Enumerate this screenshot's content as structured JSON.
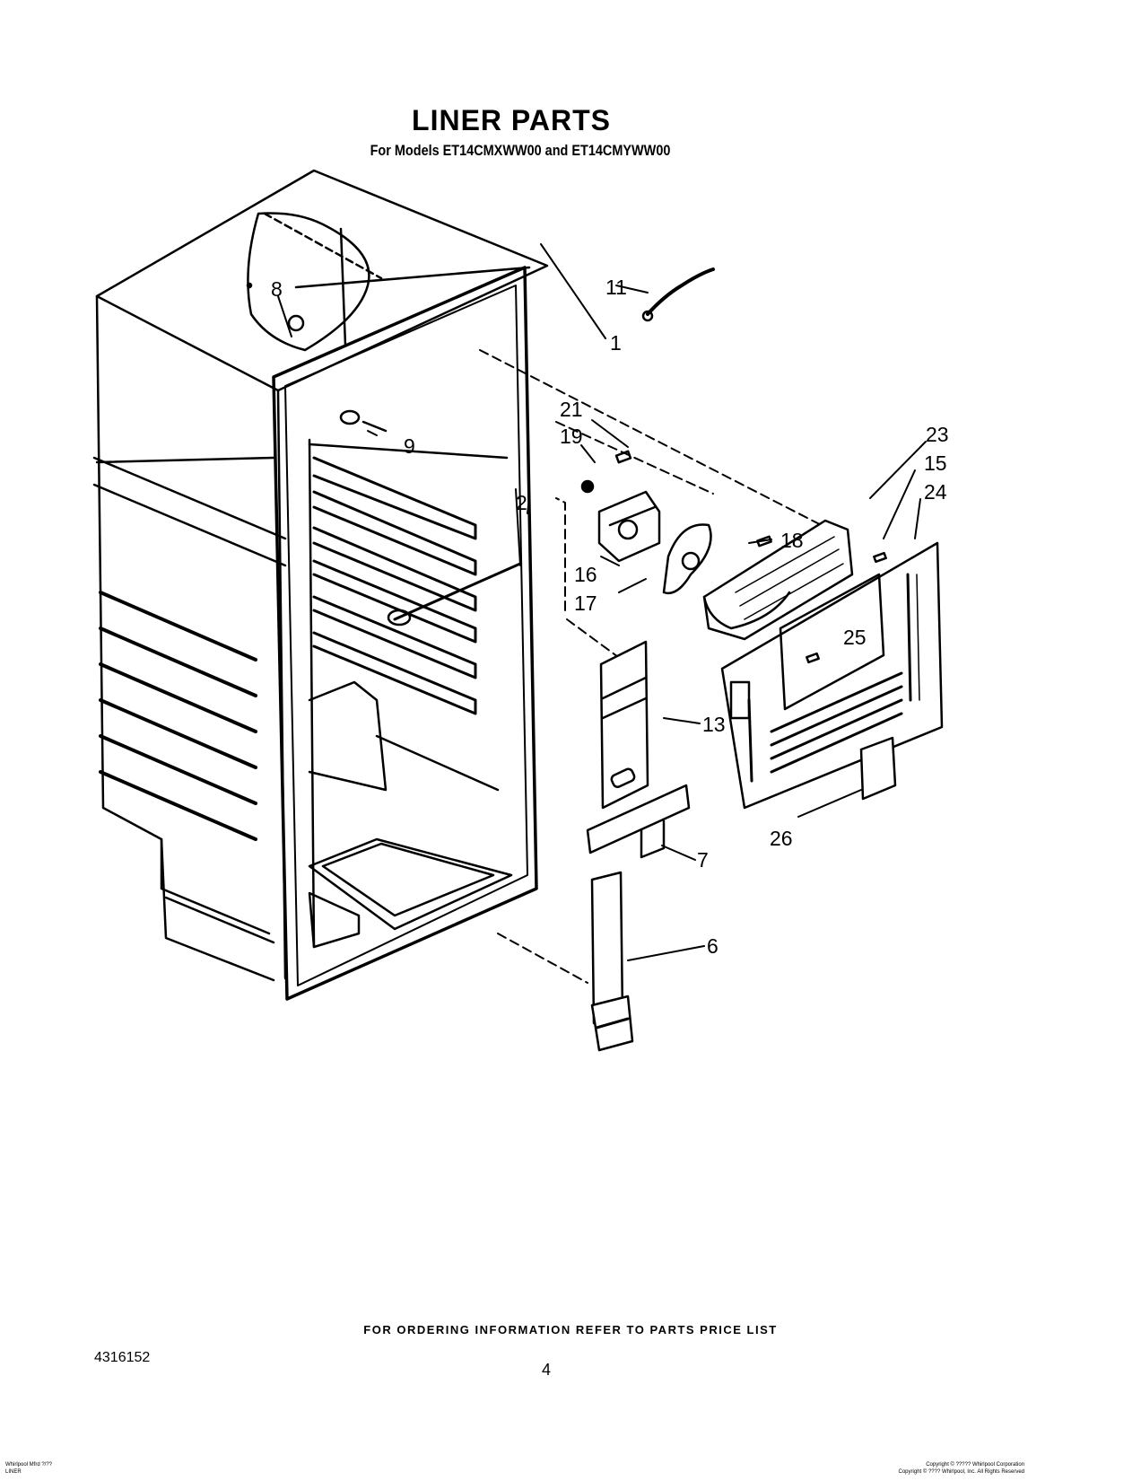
{
  "header": {
    "title": "LINER PARTS",
    "subtitle": "For Models ET14CMXWW00 and ET14CMYWW00"
  },
  "callouts": [
    "1",
    "2",
    "6",
    "7",
    "8",
    "9",
    "11",
    "13",
    "15",
    "16",
    "17",
    "18",
    "19",
    "21",
    "23",
    "24",
    "25",
    "26"
  ],
  "footer": {
    "ordering_note": "FOR ORDERING INFORMATION REFER TO PARTS PRICE LIST",
    "document_number": "4316152",
    "page_number": "4",
    "bottom_left_line1": "Whirlpool Mfrd ?/??",
    "bottom_left_line2": "LINER",
    "bottom_right_line1": "Copyright © ????? Whirlpool Corporation",
    "bottom_right_line2": "Copyright © ???? Whirlpool, Inc. All Rights Reserved"
  }
}
